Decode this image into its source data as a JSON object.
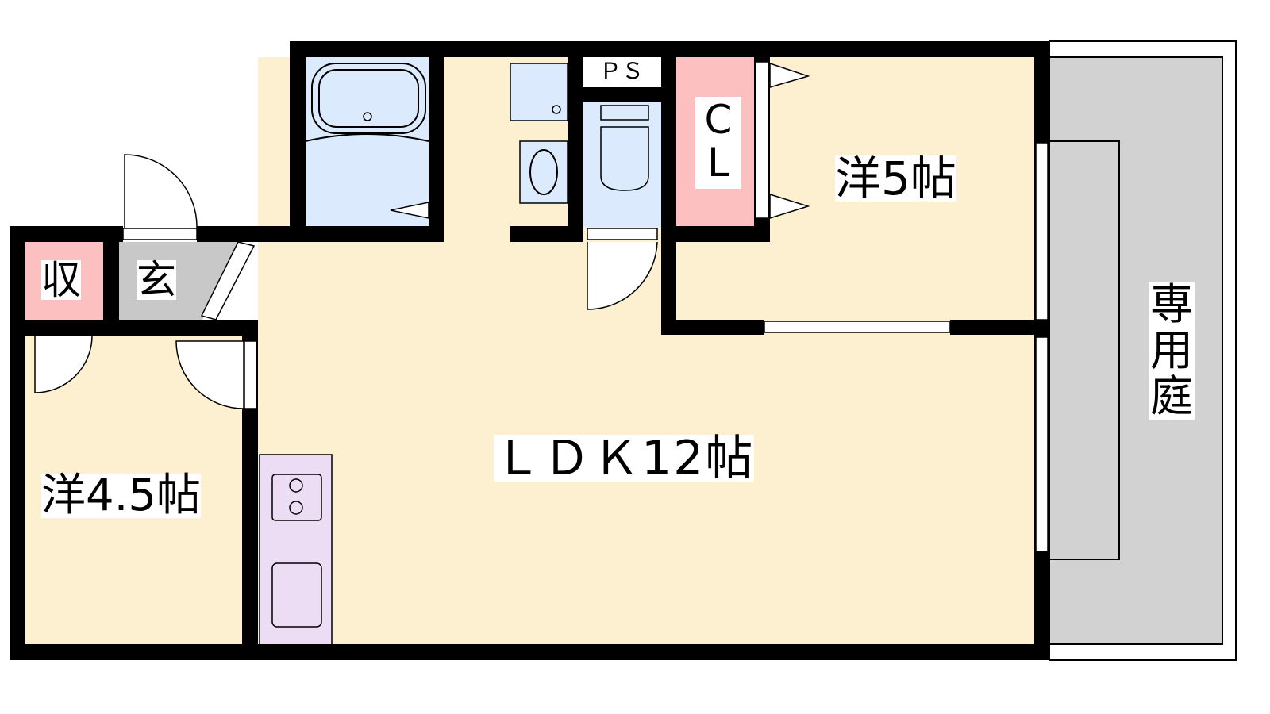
{
  "plan": {
    "rooms": {
      "western_5": "洋5帖",
      "western_45": "洋4.5帖",
      "ldk": "ＬＤＫ12帖",
      "closet": "CL",
      "pipe_space": "ＰＳ",
      "storage": "収",
      "entrance": "玄",
      "private_garden": "専用庭"
    },
    "colors": {
      "room": "#fdf0d0",
      "wet_area": "#dbeafd",
      "storage": "#fdc0c0",
      "entrance": "#c8c8c8",
      "kitchen": "#ecdcf4",
      "garden": "#d2d2d2",
      "wall": "#000000"
    }
  }
}
